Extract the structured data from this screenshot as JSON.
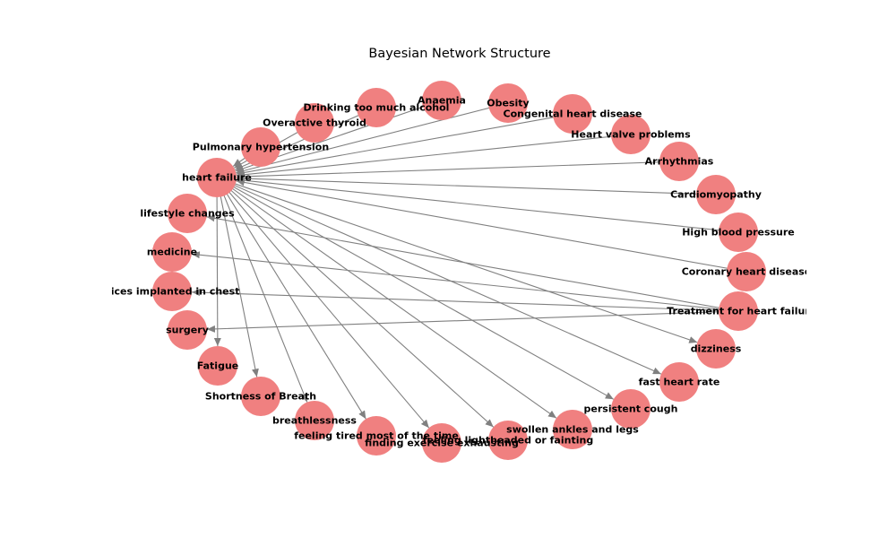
{
  "title": "Bayesian Network Structure",
  "colors": {
    "node_fill": "#f08080",
    "edge": "#808080",
    "label": "#000000",
    "background": "#ffffff"
  },
  "nodes": [
    {
      "id": "heart_failure",
      "label": "heart failure"
    },
    {
      "id": "lifestyle_changes",
      "label": "lifestyle changes"
    },
    {
      "id": "medicine",
      "label": "medicine"
    },
    {
      "id": "devices",
      "label": "vices implanted in chest"
    },
    {
      "id": "surgery",
      "label": "surgery"
    },
    {
      "id": "fatigue",
      "label": "Fatigue"
    },
    {
      "id": "shortness_of_breath",
      "label": "Shortness of Breath"
    },
    {
      "id": "breathlessness",
      "label": "breathlessness"
    },
    {
      "id": "feeling_tired",
      "label": "feeling tired most of the time"
    },
    {
      "id": "finding_exercise",
      "label": "finding exercise exhausting"
    },
    {
      "id": "lightheaded",
      "label": "feeling lightheaded or fainting"
    },
    {
      "id": "swollen",
      "label": "swollen ankles and legs"
    },
    {
      "id": "persistent_cough",
      "label": "persistent cough"
    },
    {
      "id": "fast_heart_rate",
      "label": "fast heart rate"
    },
    {
      "id": "dizziness",
      "label": "dizziness"
    },
    {
      "id": "treatment",
      "label": "Treatment for heart failur"
    },
    {
      "id": "coronary",
      "label": "Coronary heart disease"
    },
    {
      "id": "high_bp",
      "label": "High blood pressure"
    },
    {
      "id": "cardiomyopathy",
      "label": "Cardiomyopathy"
    },
    {
      "id": "arrhythmias",
      "label": "Arrhythmias"
    },
    {
      "id": "heart_valve",
      "label": "Heart valve problems"
    },
    {
      "id": "congenital",
      "label": "Congenital heart disease"
    },
    {
      "id": "obesity",
      "label": "Obesity"
    },
    {
      "id": "anaemia",
      "label": "Anaemia"
    },
    {
      "id": "alcohol",
      "label": "Drinking too much alcohol"
    },
    {
      "id": "overactive_thyroid",
      "label": "Overactive thyroid"
    },
    {
      "id": "pulmonary_hypertension",
      "label": "Pulmonary hypertension"
    }
  ],
  "edges": [
    [
      "pulmonary_hypertension",
      "heart_failure"
    ],
    [
      "overactive_thyroid",
      "heart_failure"
    ],
    [
      "alcohol",
      "heart_failure"
    ],
    [
      "anaemia",
      "heart_failure"
    ],
    [
      "obesity",
      "heart_failure"
    ],
    [
      "congenital",
      "heart_failure"
    ],
    [
      "heart_valve",
      "heart_failure"
    ],
    [
      "arrhythmias",
      "heart_failure"
    ],
    [
      "cardiomyopathy",
      "heart_failure"
    ],
    [
      "high_bp",
      "heart_failure"
    ],
    [
      "coronary",
      "heart_failure"
    ],
    [
      "heart_failure",
      "fatigue"
    ],
    [
      "heart_failure",
      "shortness_of_breath"
    ],
    [
      "heart_failure",
      "breathlessness"
    ],
    [
      "heart_failure",
      "feeling_tired"
    ],
    [
      "heart_failure",
      "finding_exercise"
    ],
    [
      "heart_failure",
      "lightheaded"
    ],
    [
      "heart_failure",
      "swollen"
    ],
    [
      "heart_failure",
      "persistent_cough"
    ],
    [
      "heart_failure",
      "fast_heart_rate"
    ],
    [
      "heart_failure",
      "dizziness"
    ],
    [
      "treatment",
      "lifestyle_changes"
    ],
    [
      "treatment",
      "medicine"
    ],
    [
      "treatment",
      "devices"
    ],
    [
      "treatment",
      "surgery"
    ]
  ]
}
